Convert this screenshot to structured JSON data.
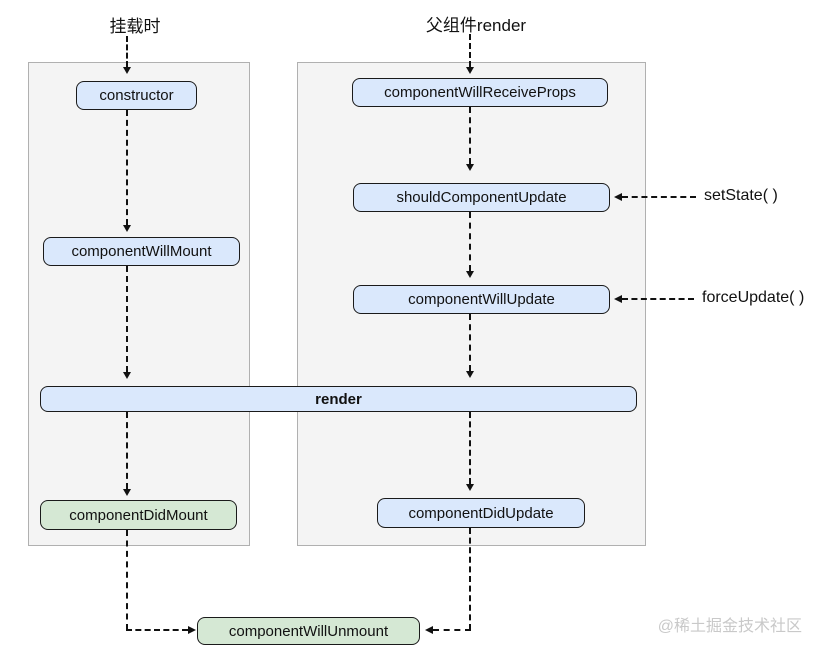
{
  "diagram": {
    "headers": {
      "mount": "挂载时",
      "parent_render": "父组件render"
    },
    "nodes": {
      "constructor_node": "constructor",
      "component_will_mount": "componentWillMount",
      "component_did_mount": "componentDidMount",
      "component_will_receive_props": "componentWillReceiveProps",
      "should_component_update": "shouldComponentUpdate",
      "component_will_update": "componentWillUpdate",
      "render_node": "render",
      "component_did_update": "componentDidUpdate",
      "component_will_unmount": "componentWillUnmount"
    },
    "side_labels": {
      "set_state": "setState( )",
      "force_update": "forceUpdate( )"
    },
    "watermark": "@稀土掘金技术社区",
    "colors": {
      "node_blue": "#dae8fc",
      "node_green": "#d5e8d4",
      "panel_bg": "#f4f4f4",
      "panel_border": "#b0b0b0",
      "border_dark": "#1a1a1a",
      "watermark": "#c9c9c9"
    }
  }
}
